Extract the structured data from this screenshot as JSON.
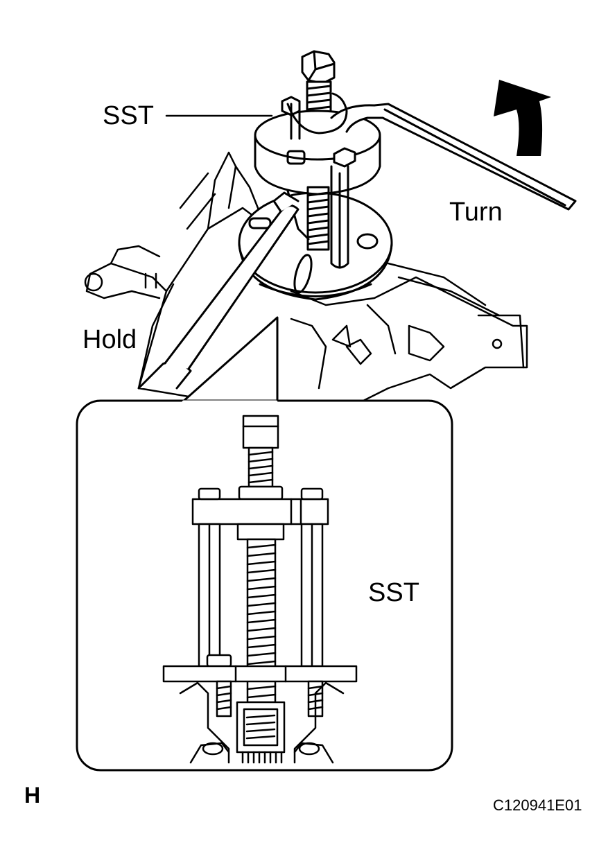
{
  "labels": {
    "sst_top": "SST",
    "turn": "Turn",
    "hold": "Hold",
    "sst_detail": "SST",
    "section_letter": "H",
    "figure_code": "C120941E01"
  },
  "colors": {
    "line": "#000000",
    "background": "#ffffff",
    "arrow_fill": "#000000"
  }
}
